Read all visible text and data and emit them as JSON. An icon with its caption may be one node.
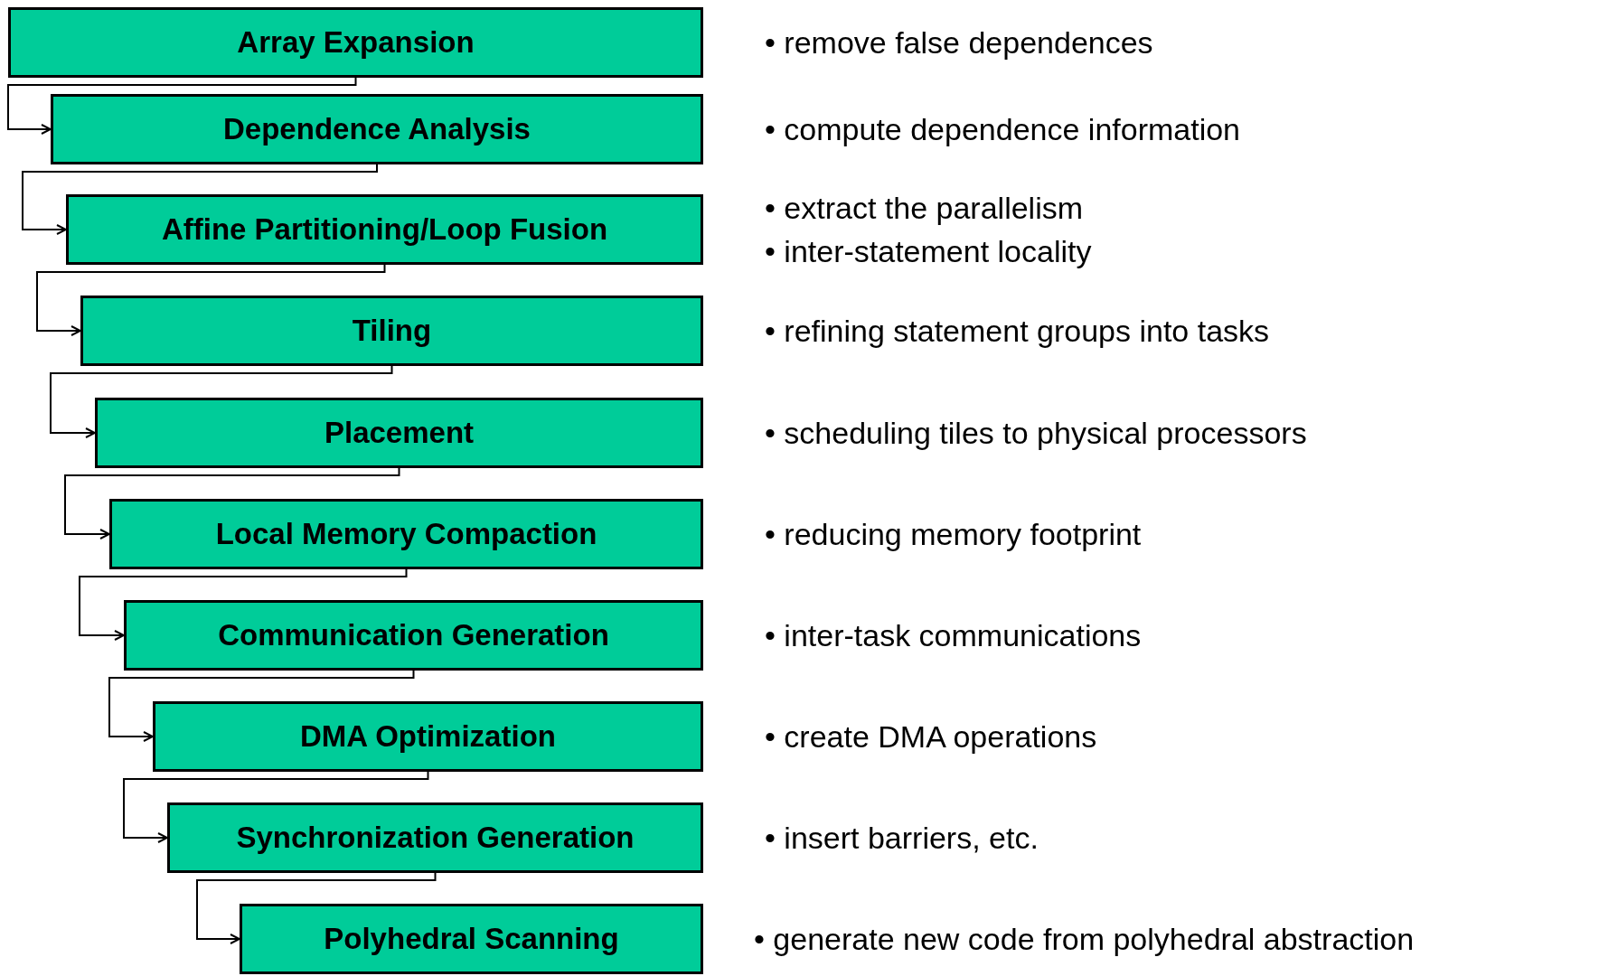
{
  "diagram": {
    "nodes": [
      {
        "text": [
          "Array Expansion"
        ],
        "beside": [
          "• remove false dependences"
        ]
      },
      {
        "text": [
          "Dependence Analysis"
        ],
        "beside": [
          "• compute dependence information"
        ]
      },
      {
        "text": [
          "Affine Partitioning/Loop Fusion"
        ],
        "beside": [
          "• extract the parallelism",
          "• inter-statement locality"
        ]
      },
      {
        "text": [
          "Tiling"
        ],
        "beside": [
          "• refining statement groups into tasks"
        ]
      },
      {
        "text": [
          "Placement"
        ],
        "beside": [
          "• scheduling tiles to physical processors"
        ]
      },
      {
        "text": [
          "Local Memory Compaction"
        ],
        "beside": [
          "• reducing memory footprint"
        ]
      },
      {
        "text": [
          "Communication Generation"
        ],
        "beside": [
          "• inter-task communications"
        ]
      },
      {
        "text": [
          "DMA Optimization"
        ],
        "beside": [
          "• create DMA operations"
        ]
      },
      {
        "text": [
          "Synchronization Generation"
        ],
        "beside": [
          "• insert barriers, etc."
        ]
      },
      {
        "text": [
          "Polyhedral Scanning"
        ],
        "beside": [
          "• generate new code from polyhedral abstraction"
        ]
      }
    ],
    "edges": [
      {
        "from": 0,
        "to": 1,
        "arrow": "to"
      },
      {
        "from": 1,
        "to": 2,
        "arrow": "to"
      },
      {
        "from": 2,
        "to": 3,
        "arrow": "to"
      },
      {
        "from": 3,
        "to": 4,
        "arrow": "to"
      },
      {
        "from": 4,
        "to": 5,
        "arrow": "to"
      },
      {
        "from": 5,
        "to": 6,
        "arrow": "to"
      },
      {
        "from": 6,
        "to": 7,
        "arrow": "to"
      },
      {
        "from": 7,
        "to": 8,
        "arrow": "to"
      },
      {
        "from": 8,
        "to": 9,
        "arrow": "to"
      }
    ]
  }
}
